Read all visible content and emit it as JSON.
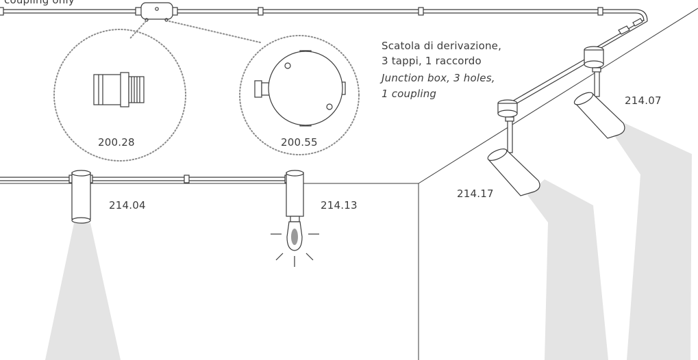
{
  "labels": {
    "top_cut": "coupling only",
    "box_it_1": "Scatola di derivazione,",
    "box_it_2": "3 tappi, 1 raccordo",
    "box_en_1": "Junction box, 3 holes,",
    "box_en_2": "1 coupling",
    "code_coupling": "200.28",
    "code_box": "200.55",
    "code_spot_a": "214.04",
    "code_spot_b": "214.13",
    "code_spot_c": "214.17",
    "code_spot_d": "214.07"
  },
  "colors": {
    "line": "#3a3a3a",
    "beam": "#e4e4e4",
    "dots": "#8a8a8a"
  }
}
